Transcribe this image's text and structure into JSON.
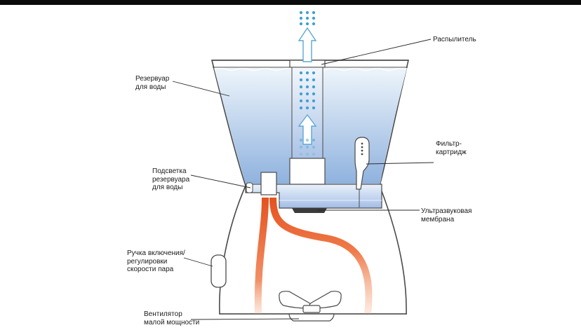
{
  "colors": {
    "outline": "#4a4a4a",
    "water_top": "#eef5fb",
    "water_bottom": "#8fb2de",
    "droplet": "#3f9fd1",
    "airflow_hot": "#e5531f",
    "airflow_fade": "#fbe0cf",
    "membrane": "#3b3b3b",
    "leader": "#2b2b2b"
  },
  "labels": {
    "sprayer": [
      "Распылитель"
    ],
    "reservoir": [
      "Резервуар",
      "для воды"
    ],
    "filter": [
      "Фильтр-",
      "картридж"
    ],
    "backlight": [
      "Подсветка",
      "резервуара",
      "для воды"
    ],
    "membrane": [
      "Ультразвуковая",
      "мембрана"
    ],
    "knob": [
      "Ручка включения/",
      "регулировки",
      "скорости пара"
    ],
    "fan": [
      "Вентилятор",
      "малой мощности"
    ]
  }
}
